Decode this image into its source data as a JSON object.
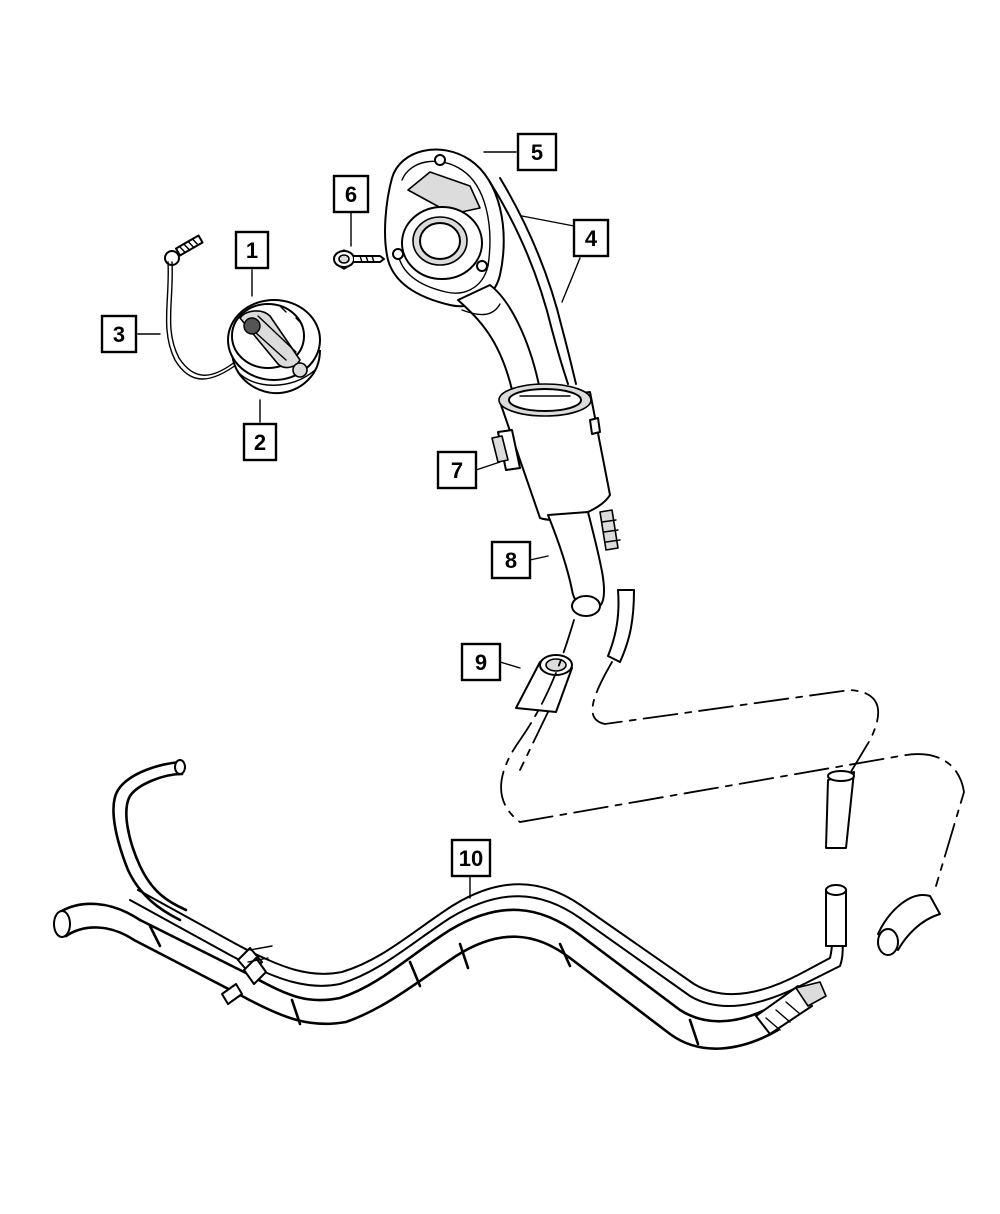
{
  "callouts": [
    {
      "id": "1",
      "label": "1"
    },
    {
      "id": "2",
      "label": "2"
    },
    {
      "id": "3",
      "label": "3"
    },
    {
      "id": "4",
      "label": "4"
    },
    {
      "id": "5",
      "label": "5"
    },
    {
      "id": "6",
      "label": "6"
    },
    {
      "id": "7",
      "label": "7"
    },
    {
      "id": "8",
      "label": "8"
    },
    {
      "id": "9",
      "label": "9"
    },
    {
      "id": "10",
      "label": "10"
    }
  ],
  "colors": {
    "line": "#000000",
    "background": "#ffffff",
    "shade": "#dcdcdc"
  }
}
